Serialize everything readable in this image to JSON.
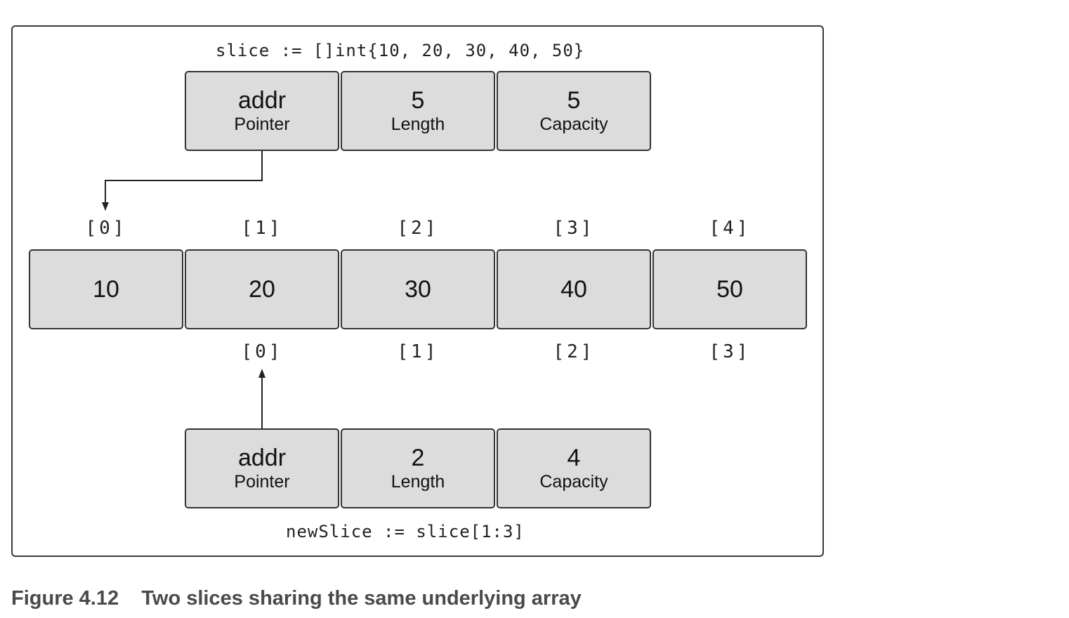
{
  "top_code": "slice := []int{10, 20, 30, 40, 50}",
  "bottom_code": "newSlice := slice[1:3]",
  "slice_header": [
    {
      "value": "addr",
      "label": "Pointer"
    },
    {
      "value": "5",
      "label": "Length"
    },
    {
      "value": "5",
      "label": "Capacity"
    }
  ],
  "new_slice_header": [
    {
      "value": "addr",
      "label": "Pointer"
    },
    {
      "value": "2",
      "label": "Length"
    },
    {
      "value": "4",
      "label": "Capacity"
    }
  ],
  "array_values": [
    "10",
    "20",
    "30",
    "40",
    "50"
  ],
  "top_indices": [
    "[0]",
    "[1]",
    "[2]",
    "[3]",
    "[4]"
  ],
  "bottom_indices": [
    "[0]",
    "[1]",
    "[2]",
    "[3]"
  ],
  "caption": {
    "number": "Figure 4.12",
    "text": "Two slices sharing the same underlying array"
  }
}
